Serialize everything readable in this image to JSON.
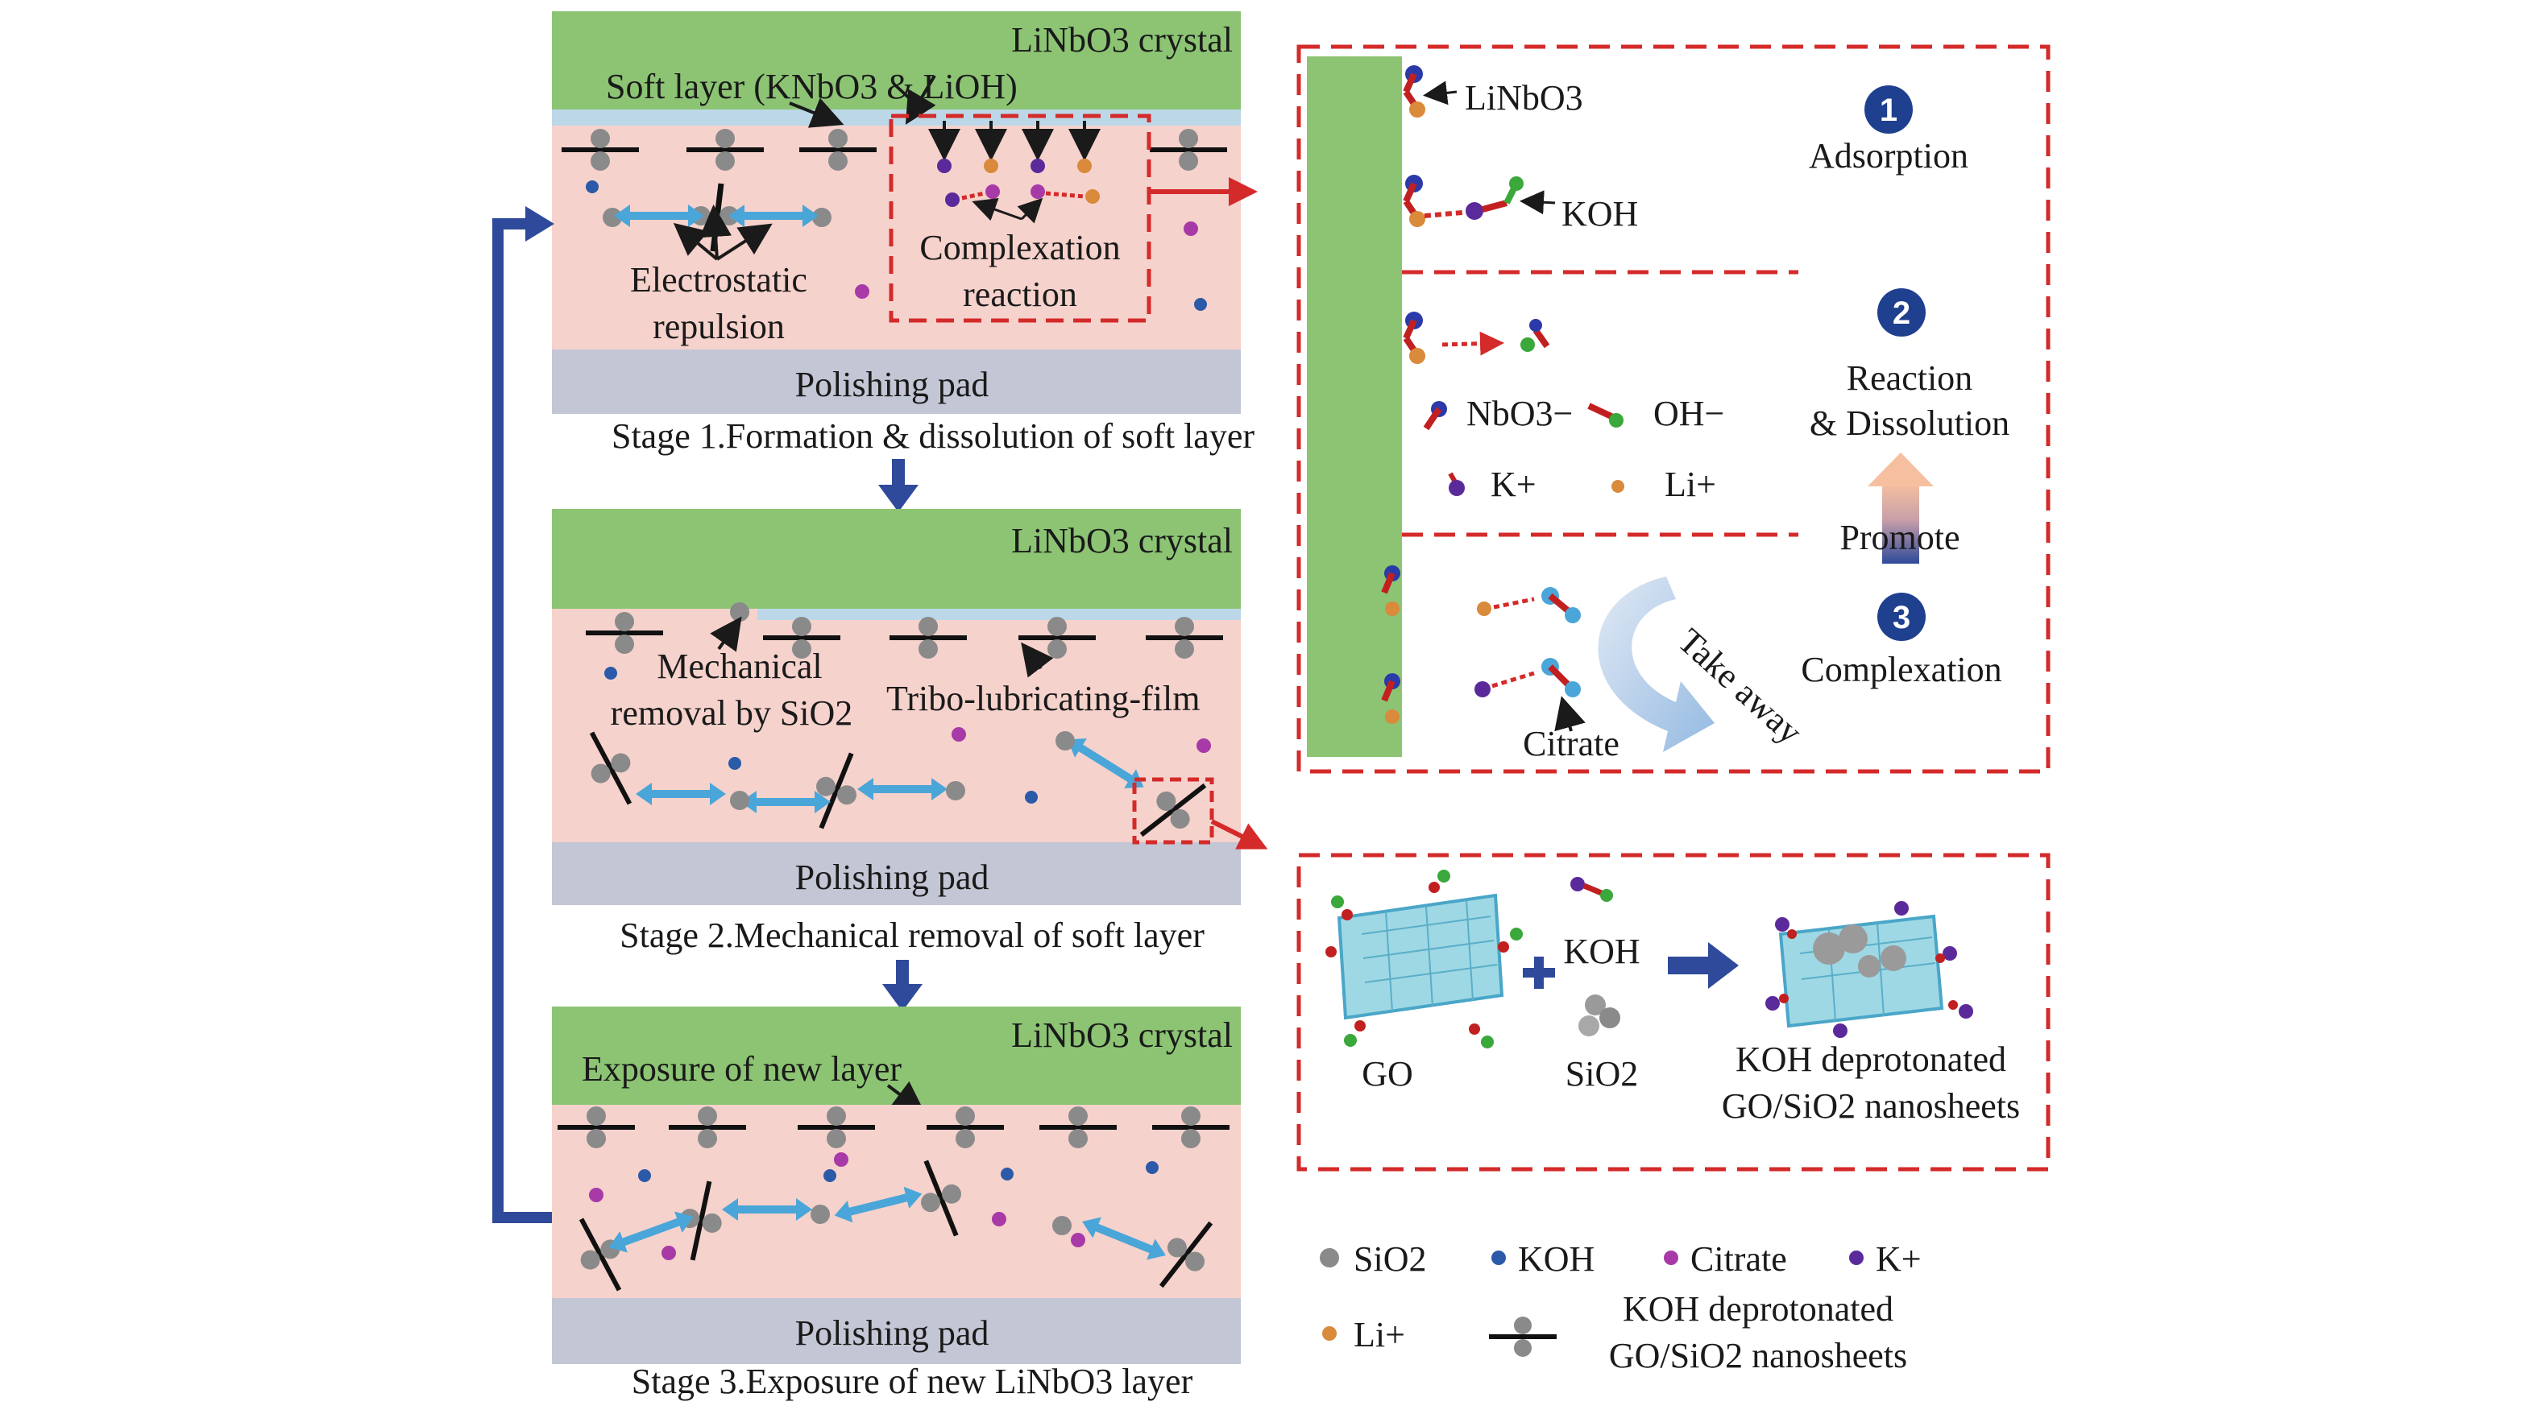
{
  "stage1": {
    "crystal": "LiNbO3 crystal",
    "soft_layer": "Soft layer (KNbO3 & LiOH)",
    "electrostatic_1": "Electrostatic",
    "electrostatic_2": "repulsion",
    "complex_1": "Complexation",
    "complex_2": "reaction",
    "pad": "Polishing pad",
    "caption": "Stage 1.Formation & dissolution of soft layer"
  },
  "stage2": {
    "crystal": "LiNbO3 crystal",
    "mech_1": "Mechanical",
    "mech_2": "removal by SiO2",
    "tribo": "Tribo-lubricating-film",
    "pad": "Polishing pad",
    "caption": "Stage 2.Mechanical removal of soft layer"
  },
  "stage3": {
    "crystal": "LiNbO3 crystal",
    "exposure": "Exposure of new layer",
    "pad": "Polishing pad",
    "caption": "Stage 3.Exposure of new LiNbO3 layer"
  },
  "mechanism": {
    "linbo3": "LiNbO3",
    "koh": "KOH",
    "step1_num": "1",
    "step1": "Adsorption",
    "step2_num": "2",
    "step2_a": "Reaction",
    "step2_b": "& Dissolution",
    "nbo3": "NbO3−",
    "oh": "OH−",
    "k": "K+",
    "li": "Li+",
    "promote": "Promote",
    "step3_num": "3",
    "step3": "Complexation",
    "take_away": "Take away",
    "citrate": "Citrate"
  },
  "synthesis": {
    "go": "GO",
    "koh": "KOH",
    "sio2": "SiO2",
    "product_1": "KOH deprotonated",
    "product_2": "GO/SiO2 nanosheets"
  },
  "legend": {
    "sio2": "SiO2",
    "koh": "KOH",
    "citrate": "Citrate",
    "k": "K+",
    "li": "Li+",
    "nano_1": "KOH deprotonated",
    "nano_2": "GO/SiO2 nanosheets"
  },
  "colors": {
    "crystal_green": "#8cc474",
    "slurry_pink": "#f6d2cc",
    "pad_grey": "#c3c6d4",
    "soft_layer_blue": "#bcd8e8",
    "flow_arrow": "#2f4a9a",
    "dashed_red": "#d42a2a",
    "sio2_grey": "#8a8a8a",
    "koh_blue": "#2b5aa8",
    "citrate_purple": "#a83aa8",
    "k_purple": "#5a2a9a",
    "li_orange": "#d98a3a",
    "double_arrow": "#4aa6d8"
  }
}
